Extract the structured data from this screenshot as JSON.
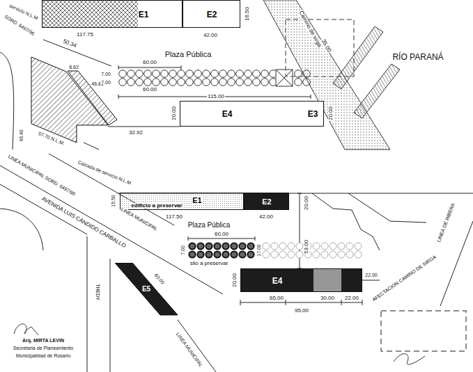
{
  "diagram": {
    "nodes": [
      {
        "text": [
          "E1"
        ]
      },
      {
        "text": [
          "E2"
        ]
      },
      {
        "text": [
          "E4",
          "E3"
        ]
      },
      {
        "text": [
          "edificio a preservar",
          "E1"
        ]
      },
      {
        "text": [
          "E2"
        ]
      },
      {
        "text": [
          "E4"
        ]
      },
      {
        "text": [
          "E5"
        ]
      }
    ],
    "labels": [
      "servicio N.L.M",
      "SORD. 6497/96",
      "117.75",
      "42.00",
      "16.50",
      "50.34",
      "8.62",
      "46.81",
      "46.40",
      "57.70 N.L.M.",
      "32.92",
      "Plaza Pública",
      "60.00",
      "7.00",
      "7.00",
      "60.00",
      "115.00",
      "20.00",
      "20.00",
      "Camino de sirga",
      "35.00",
      "RÍO PARANÁ",
      "Calzada de servicio N.L.M",
      "LINEA MUNICIPAL SORD. 6497/96",
      "AVENIDA LUIS CÁNDIDO CARBALLO",
      "LINEA MUNICIPAL",
      "THEDY",
      "LINEA MUNICIPAL",
      "15.50",
      "117.50",
      "42.00",
      "Plaza Pública",
      "20.00",
      "53.00",
      "60.00",
      "7.00",
      "17.00",
      "silo a preservar",
      "20.00",
      "65.00",
      "30.00",
      "22.00",
      "95.00",
      "22.00",
      "AFECTACION CAMINO DE SIRGA",
      "LINEA DE RIBERA",
      "60.00",
      "Arq. MIRTA LEVIN",
      "Secretaria de Planeamiento",
      "Municipalidad de Rosario"
    ]
  }
}
